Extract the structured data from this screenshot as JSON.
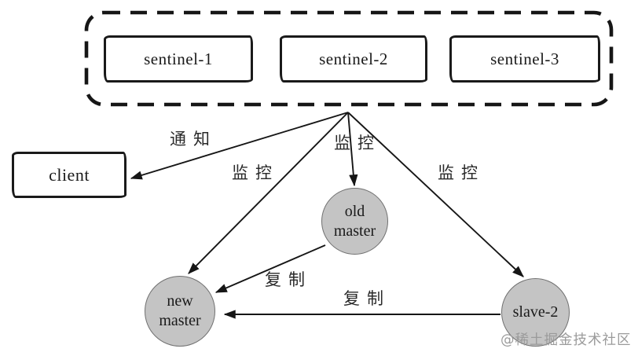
{
  "diagram_title": "redis-sentinel-failover-diagram",
  "sentinel_group": {
    "items": [
      {
        "label": "sentinel-1"
      },
      {
        "label": "sentinel-2"
      },
      {
        "label": "sentinel-3"
      }
    ]
  },
  "nodes": {
    "client": {
      "label": "client"
    },
    "old_master": {
      "line1": "old",
      "line2": "master"
    },
    "new_master": {
      "line1": "new",
      "line2": "master"
    },
    "slave2": {
      "label": "slave-2"
    }
  },
  "edges": {
    "notify_label": "通知",
    "monitor_label_left": "监控",
    "monitor_label_middle": "监控",
    "monitor_label_right": "监控",
    "replicate_label_upper": "复制",
    "replicate_label_lower": "复制"
  },
  "watermark": "@稀土掘金技术社区",
  "colors": {
    "background": "#ffffff",
    "node_fill": "#c4c4c4",
    "node_border": "#707070",
    "line": "#161616",
    "watermark": "#9b9b9b"
  }
}
